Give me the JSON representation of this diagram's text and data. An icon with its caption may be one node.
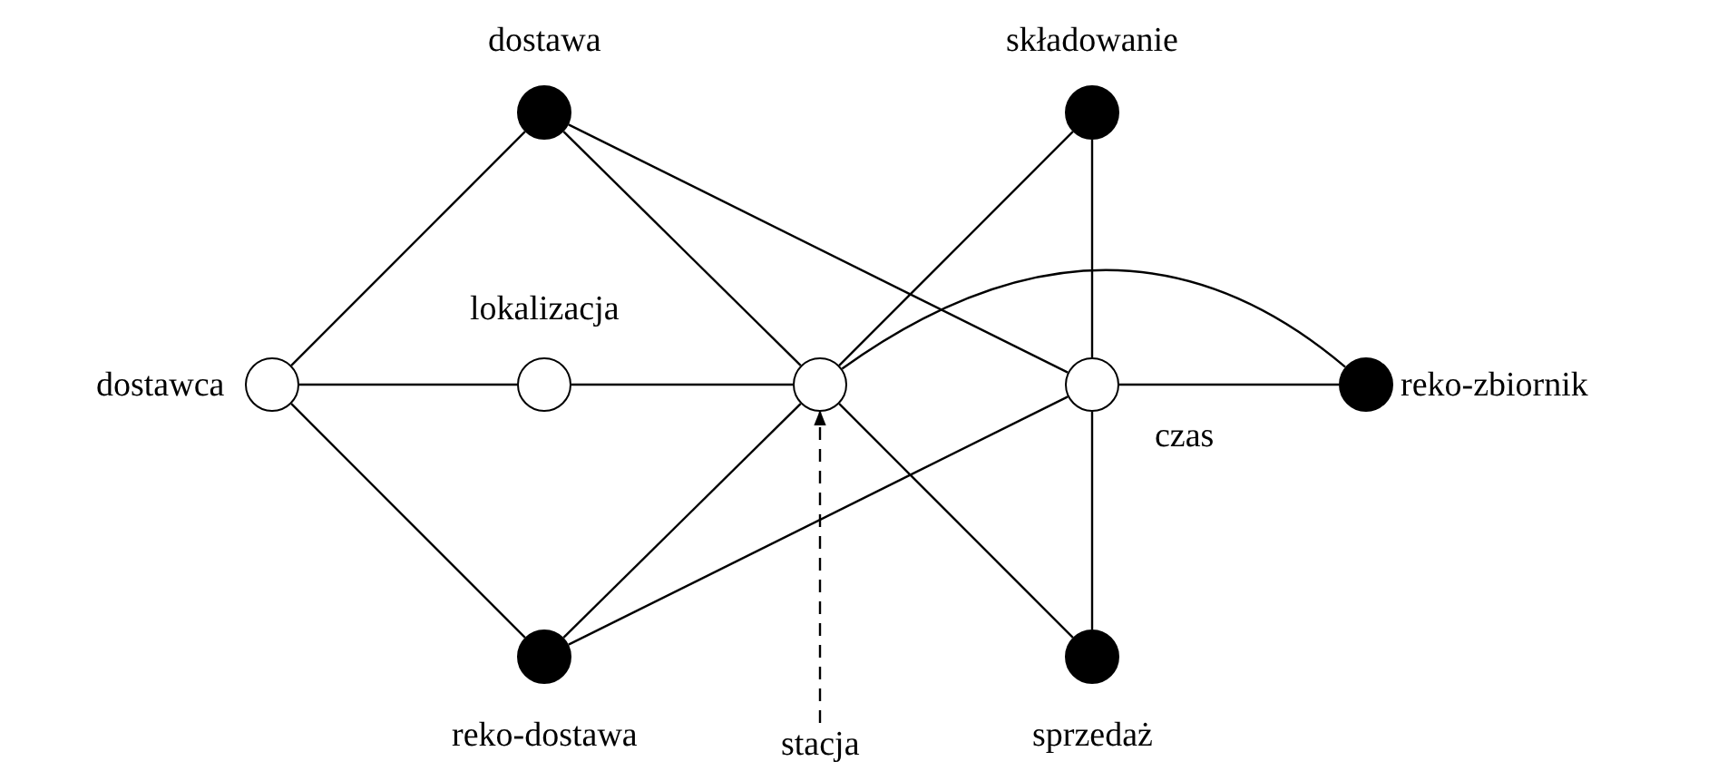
{
  "diagram": {
    "nodes": [
      {
        "text": [],
        "shape": "circle",
        "beside": [
          "dostawca"
        ]
      },
      {
        "text": [],
        "shape": "dot",
        "beside": [
          "dostawa"
        ]
      },
      {
        "text": [],
        "shape": "circle",
        "beside": [
          "lokalizacja"
        ]
      },
      {
        "text": [],
        "shape": "dot",
        "beside": [
          "reko-dostawa"
        ]
      },
      {
        "text": [],
        "shape": "circle"
      },
      {
        "text": [
          "stacja"
        ]
      },
      {
        "text": [],
        "shape": "dot",
        "beside": [
          "składowanie"
        ]
      },
      {
        "text": [],
        "shape": "circle",
        "beside": [
          "czas"
        ]
      },
      {
        "text": [],
        "shape": "dot",
        "beside": [
          "sprzedaż"
        ]
      },
      {
        "text": [],
        "shape": "dot",
        "beside": [
          "reko-zbiornik"
        ]
      }
    ],
    "edges": [
      {
        "from": 0,
        "to": 1,
        "arrow": "none"
      },
      {
        "from": 0,
        "to": 2,
        "arrow": "none"
      },
      {
        "from": 0,
        "to": 3,
        "arrow": "none"
      },
      {
        "from": 2,
        "to": 4,
        "arrow": "none"
      },
      {
        "from": 1,
        "to": 4,
        "arrow": "none"
      },
      {
        "from": 1,
        "to": 7,
        "arrow": "none"
      },
      {
        "from": 3,
        "to": 4,
        "arrow": "none"
      },
      {
        "from": 3,
        "to": 7,
        "arrow": "none"
      },
      {
        "from": 4,
        "to": 6,
        "arrow": "none"
      },
      {
        "from": 4,
        "to": 8,
        "arrow": "none"
      },
      {
        "from": 4,
        "to": 9,
        "arrow": "none"
      },
      {
        "from": 6,
        "to": 7,
        "arrow": "none"
      },
      {
        "from": 7,
        "to": 8,
        "arrow": "none"
      },
      {
        "from": 7,
        "to": 9,
        "arrow": "none"
      },
      {
        "from": 5,
        "to": 4,
        "arrow": "to",
        "style": "dashed"
      }
    ]
  }
}
